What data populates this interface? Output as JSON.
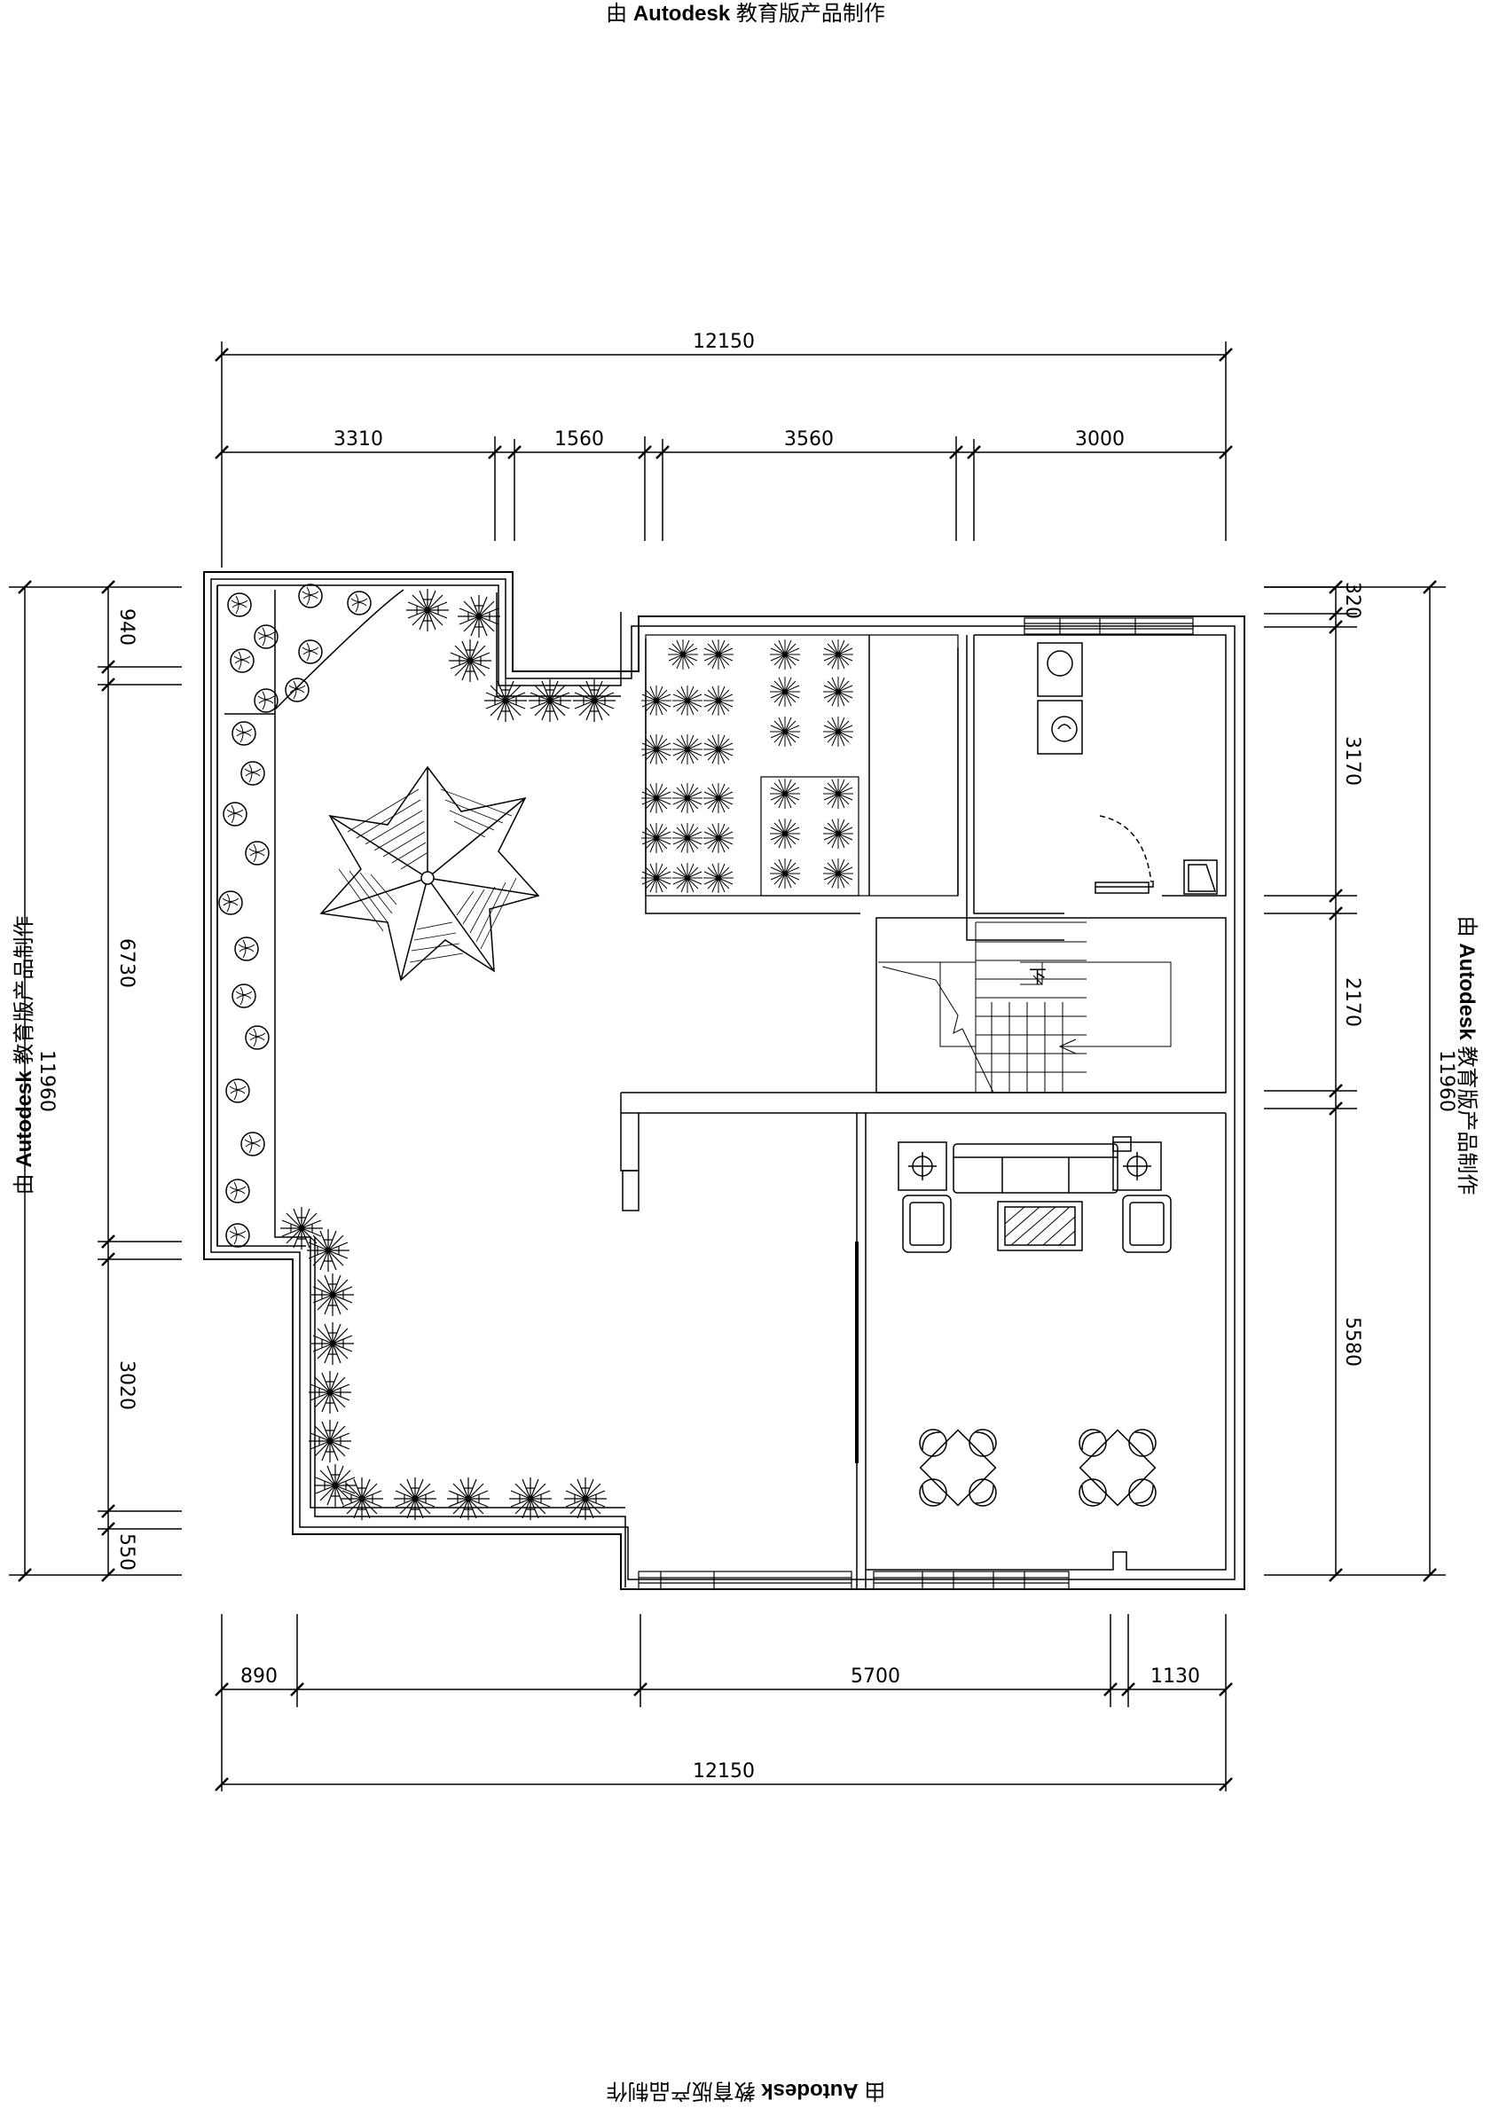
{
  "watermark": {
    "prefix": "由",
    "brand": "Autodesk",
    "suffix": "教育版产品制作"
  },
  "dimensions": {
    "top_total": "12150",
    "top_segments": [
      "3310",
      "1560",
      "3560",
      "3000"
    ],
    "bottom_segments": [
      "890",
      "5700",
      "1130"
    ],
    "bottom_total": "12150",
    "left_total": "11960",
    "left_segments": [
      "940",
      "6730",
      "3020",
      "550"
    ],
    "right_total": "11960",
    "right_segments": [
      "320",
      "3170",
      "2170",
      "5580"
    ]
  },
  "labels": {
    "stair_down": "下"
  }
}
